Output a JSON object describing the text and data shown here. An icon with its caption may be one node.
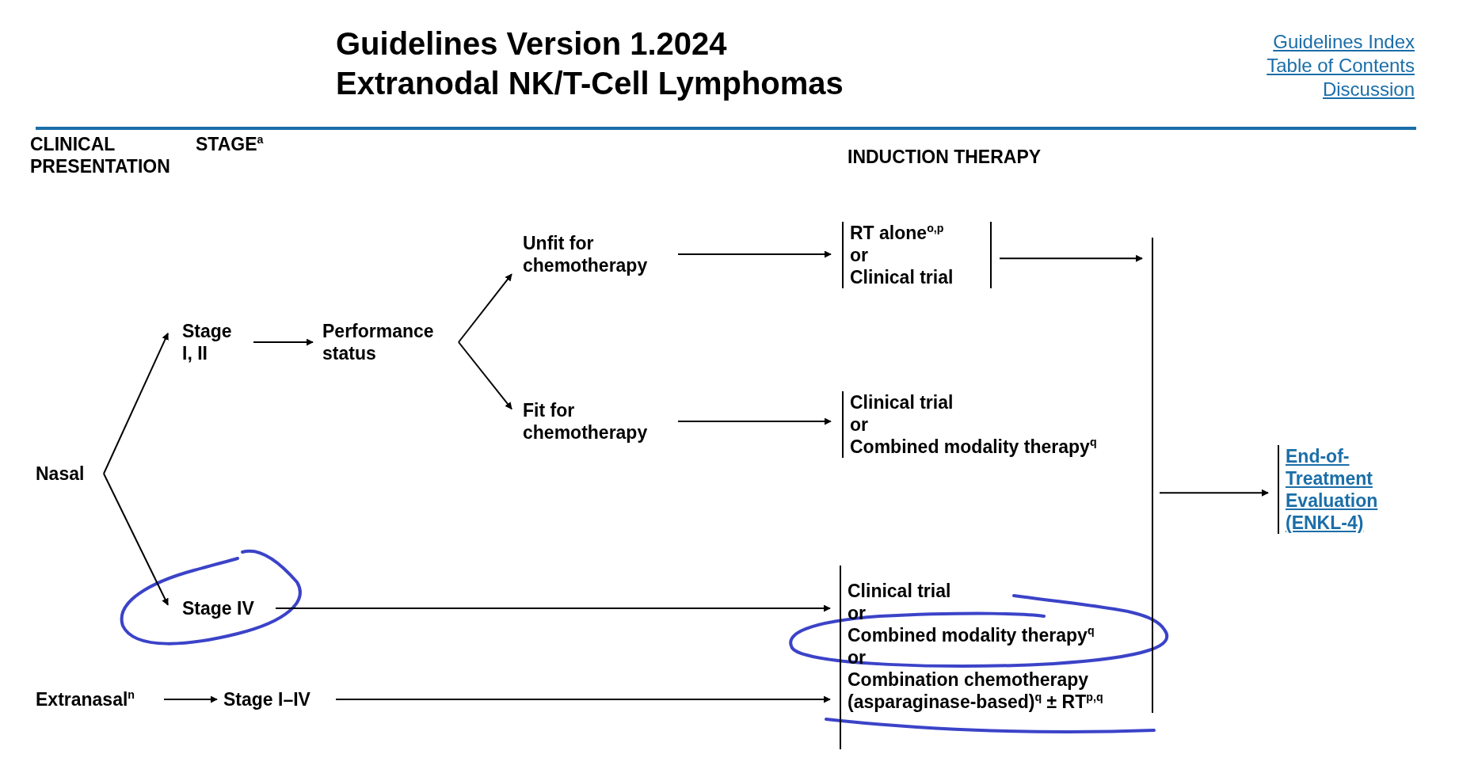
{
  "diagram": {
    "title": "Extranodal NK/T-Cell Lymphomas",
    "nodes": [
      {
        "text": [
          "Nasal"
        ]
      },
      {
        "text": [
          "Stage I, II"
        ]
      },
      {
        "text": [
          "Performance status"
        ]
      },
      {
        "text": [
          "Unfit for chemotherapy"
        ]
      },
      {
        "text": [
          "Fit for chemotherapy"
        ]
      },
      {
        "text": [
          "RT alone$^{o,p}$",
          "or",
          "Clinical trial"
        ]
      },
      {
        "text": [
          "Clinical trial",
          "or",
          "Combined modality therapy$^{q}$"
        ]
      },
      {
        "text": [
          "Stage IV"
        ]
      },
      {
        "text": [
          "Extranasal$^{n}$"
        ]
      },
      {
        "text": [
          "Stage I–IV"
        ]
      },
      {
        "text": [
          "Clinical trial",
          "or",
          "Combined modality therapy$^{q}$",
          "or",
          "Combination chemotherapy (asparaginase-based)$^{q}$ ± RT$^{p,q}$"
        ]
      },
      {
        "text": [],
        "shape": "bar"
      },
      {
        "text": [
          "End-of-Treatment Evaluation (ENKL-4)"
        ]
      }
    ],
    "edges": [
      {
        "from": 0,
        "to": 1,
        "arrow": "to"
      },
      {
        "from": 0,
        "to": 7,
        "arrow": "to"
      },
      {
        "from": 1,
        "to": 2,
        "arrow": "to"
      },
      {
        "from": 2,
        "to": 3,
        "arrow": "to"
      },
      {
        "from": 2,
        "to": 4,
        "arrow": "to"
      },
      {
        "from": 3,
        "to": 5,
        "arrow": "to"
      },
      {
        "from": 4,
        "to": 6,
        "arrow": "to"
      },
      {
        "from": 7,
        "to": 10,
        "arrow": "to"
      },
      {
        "from": 8,
        "to": 9,
        "arrow": "to"
      },
      {
        "from": 9,
        "to": 10,
        "arrow": "to"
      },
      {
        "from": 5,
        "to": 11,
        "arrow": "to"
      },
      {
        "from": 11,
        "to": 12,
        "arrow": "to"
      }
    ],
    "labels": [
      "Guidelines Version 1.2024",
      "Guidelines Index",
      "Table of Contents",
      "Discussion",
      "CLINICAL PRESENTATION",
      "STAGE$^{a}$",
      "INDUCTION THERAPY"
    ]
  }
}
